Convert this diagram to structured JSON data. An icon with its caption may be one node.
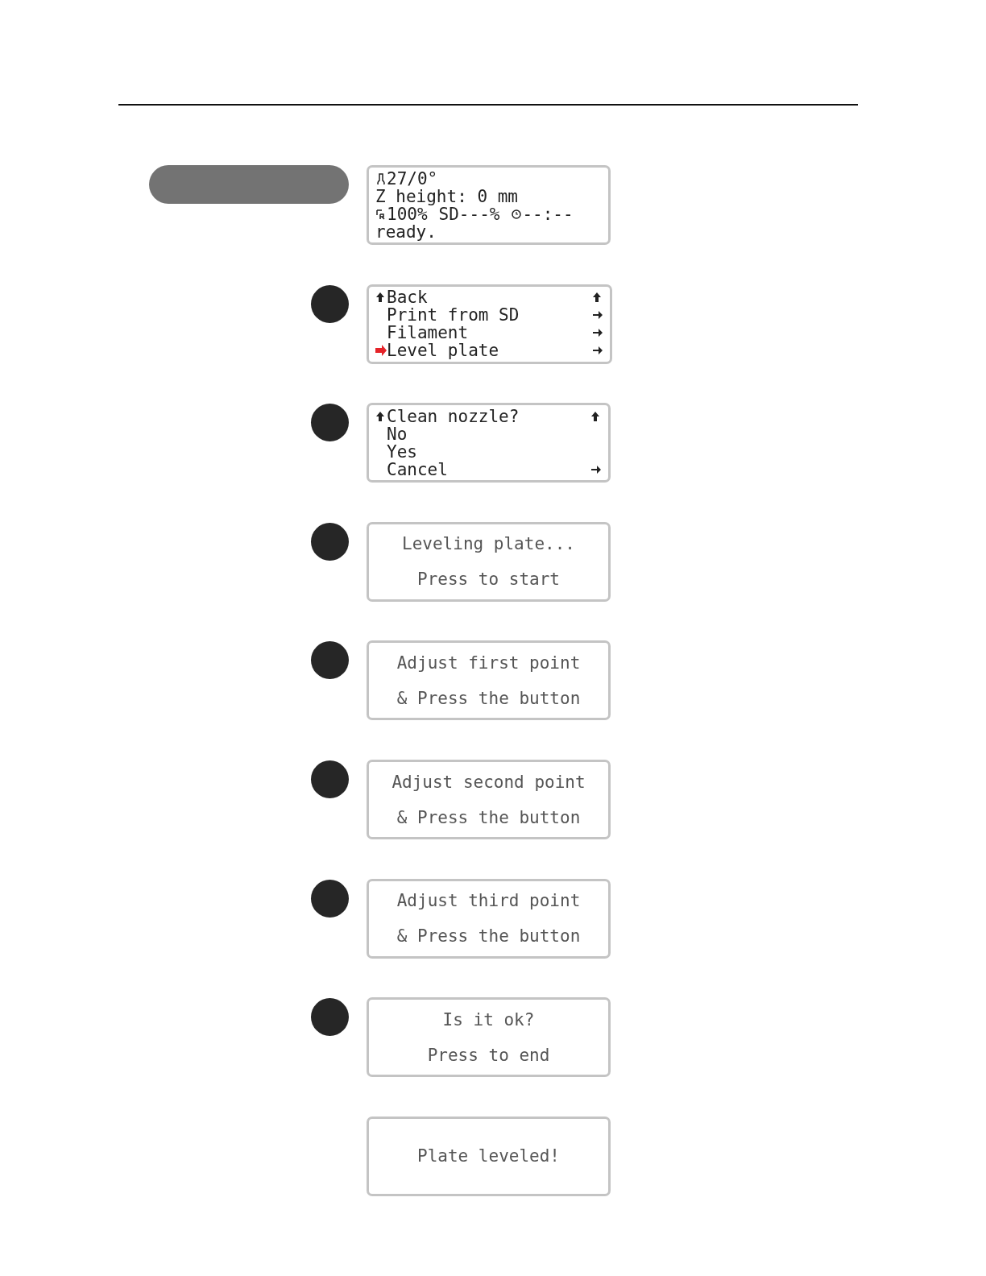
{
  "diagram": {
    "nodes": [
      {
        "text": [],
        "shape": "bar"
      },
      {
        "text": [
          "27/0°",
          "Z height: 0 mm",
          "100%",
          "SD---%",
          "--:--",
          "ready."
        ]
      },
      {
        "text": [],
        "shape": "circle"
      },
      {
        "text": [
          "Back",
          "Print from SD",
          "Filament",
          "Level plate"
        ]
      },
      {
        "text": [],
        "shape": "circle"
      },
      {
        "text": [
          "Clean nozzle?",
          "No",
          "Yes",
          "Cancel"
        ]
      },
      {
        "text": [],
        "shape": "circle"
      },
      {
        "text": [
          "Leveling plate...",
          "Press to start"
        ]
      },
      {
        "text": [],
        "shape": "circle"
      },
      {
        "text": [
          "Adjust first point",
          "& Press the button"
        ]
      },
      {
        "text": [],
        "shape": "circle"
      },
      {
        "text": [
          "Adjust second point",
          "& Press the button"
        ]
      },
      {
        "text": [],
        "shape": "circle"
      },
      {
        "text": [
          "Adjust third point",
          "& Press the button"
        ]
      },
      {
        "text": [],
        "shape": "circle"
      },
      {
        "text": [
          "Is it ok?",
          "Press to end"
        ]
      },
      {
        "text": [
          "Plate leveled!"
        ]
      }
    ]
  }
}
